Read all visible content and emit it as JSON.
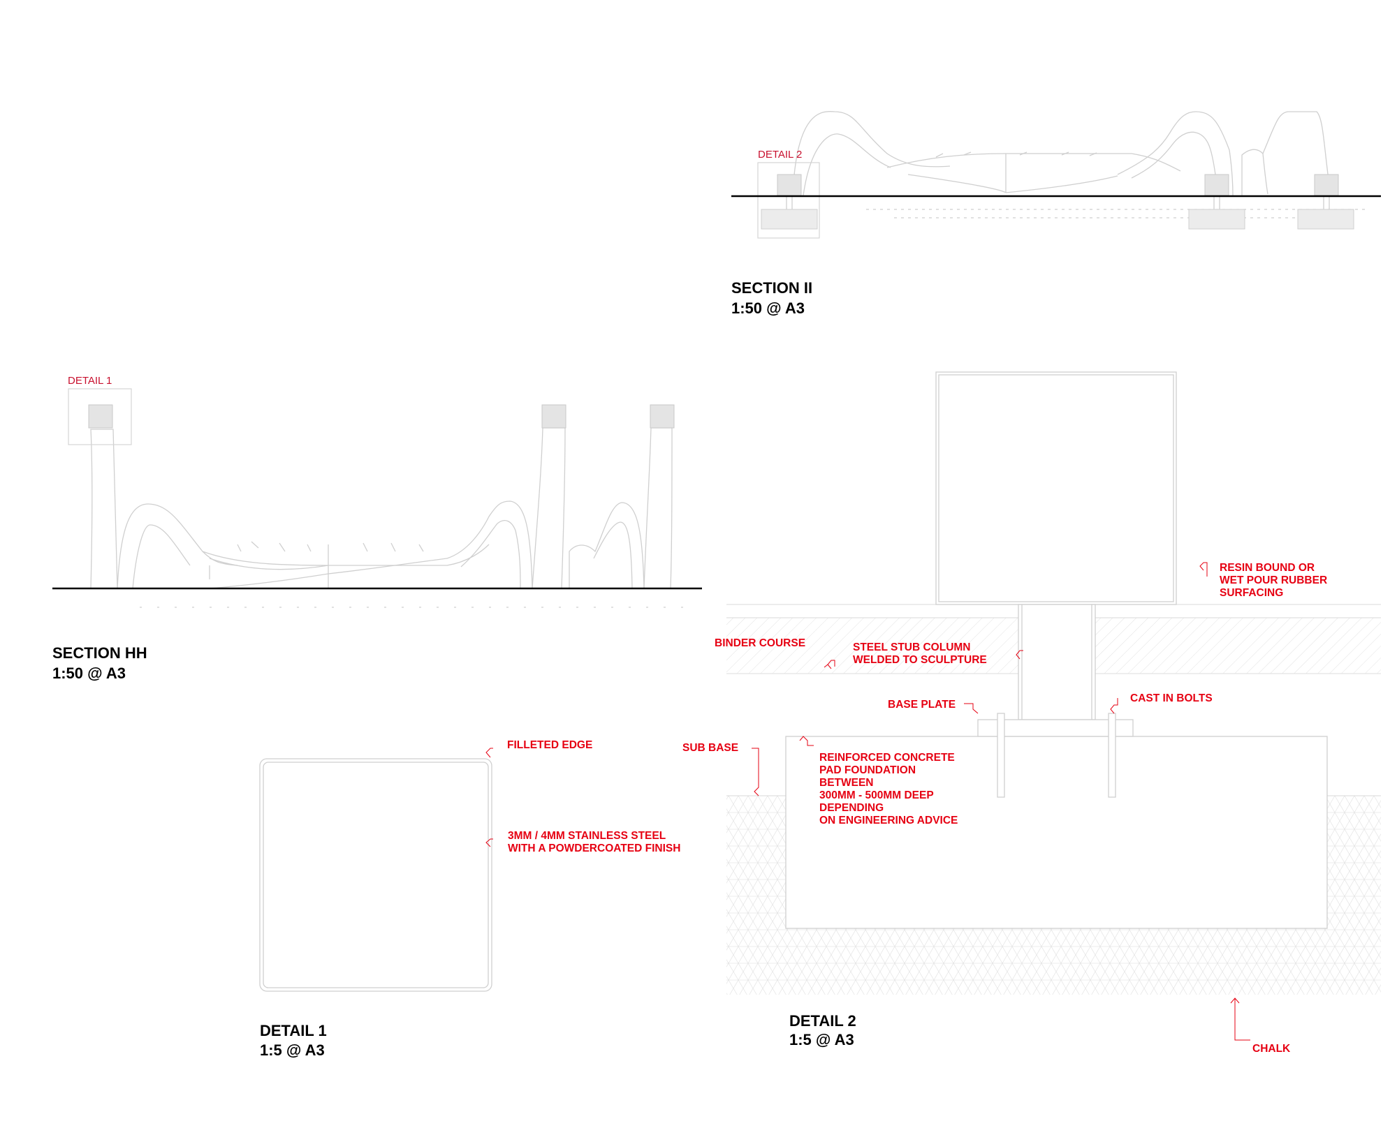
{
  "section_ii": {
    "title": "SECTION II",
    "scale": "1:50 @ A3",
    "detail_tag": "DETAIL 2"
  },
  "section_hh": {
    "title": "SECTION HH",
    "scale": "1:50 @ A3",
    "detail_tag": "DETAIL 1"
  },
  "detail_1": {
    "title": "DETAIL 1",
    "scale": "1:5 @ A3",
    "annotations": {
      "filleted_edge": "FILLETED EDGE",
      "steel_line1": "3MM / 4MM STAINLESS STEEL",
      "steel_line2": "WITH A POWDERCOATED FINISH"
    }
  },
  "detail_2": {
    "title": "DETAIL 2",
    "scale": "1:5 @ A3",
    "annotations": {
      "resin_line1": "RESIN BOUND OR",
      "resin_line2": "WET POUR RUBBER",
      "resin_line3": "SURFACING",
      "binder_course": "BINDER COURSE",
      "stub_line1": "STEEL STUB COLUMN",
      "stub_line2": "WELDED TO SCULPTURE",
      "base_plate": "BASE PLATE",
      "cast_in_bolts": "CAST IN BOLTS",
      "sub_base": "SUB BASE",
      "concrete_line1": "REINFORCED CONCRETE",
      "concrete_line2": "PAD FOUNDATION",
      "concrete_line3": "BETWEEN",
      "concrete_line4": "300MM - 500MM DEEP",
      "concrete_line5": "DEPENDING",
      "concrete_line6": "ON ENGINEERING ADVICE",
      "chalk": "CHALK"
    }
  },
  "colors": {
    "annotation_red": "#e60012",
    "ink": "#000000",
    "ghost_line": "#cfcfcf"
  }
}
